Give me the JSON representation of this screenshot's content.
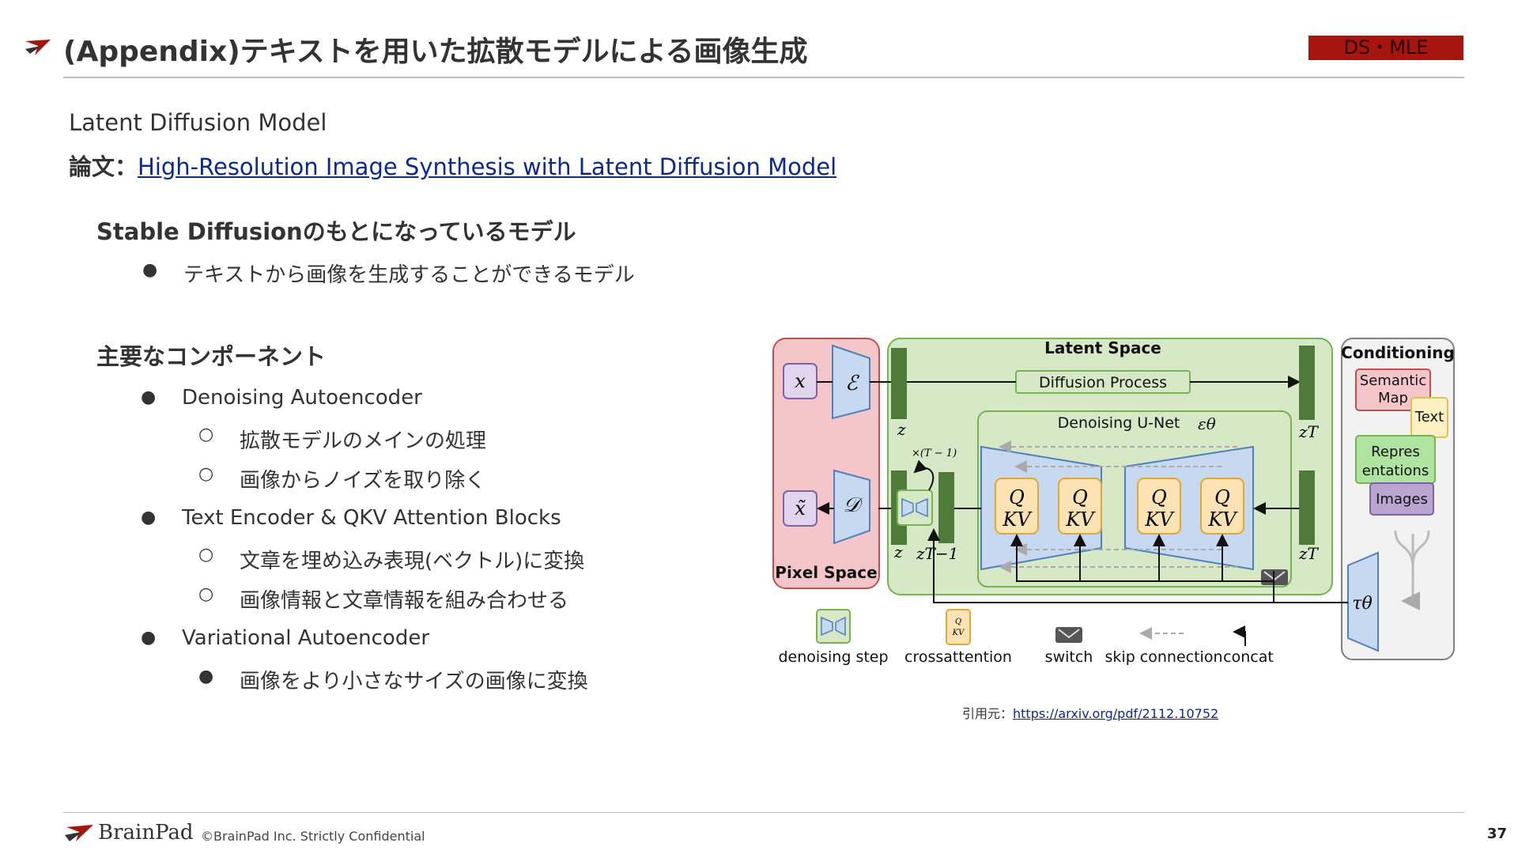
{
  "header": {
    "title": "(Appendix)テキストを用いた拡散モデルによる画像生成",
    "tag": "DS・MLE"
  },
  "intro": {
    "model_name": "Latent Diffusion Model",
    "paper_prefix": "論文：",
    "paper_link": "High-Resolution Image Synthesis with Latent Diffusion Model"
  },
  "section1": {
    "heading": "Stable Diffusionのもとになっているモデル",
    "bullets": [
      "テキストから画像を生成することができるモデル"
    ]
  },
  "section2": {
    "heading": "主要なコンポーネント",
    "items": [
      {
        "label": "Denoising Autoencoder",
        "subs": [
          "拡散モデルのメインの処理",
          "画像からノイズを取り除く"
        ]
      },
      {
        "label": "Text Encoder & QKV Attention Blocks",
        "subs": [
          "文章を埋め込み表現(ベクトル)に変換",
          "画像情報と文章情報を組み合わせる"
        ]
      },
      {
        "label": "Variational Autoencoder",
        "subs": [
          "画像をより小さなサイズの画像に変換"
        ]
      }
    ]
  },
  "diagram": {
    "pixel_space": "Pixel Space",
    "latent_space": "Latent Space",
    "diffusion_process": "Diffusion Process",
    "denoising_unet": "Denoising U-Net",
    "conditioning": "Conditioning",
    "semantic_map": "Semantic Map",
    "text": "Text",
    "representations": "Repres entations",
    "images": "Images",
    "x": "x",
    "x_tilde": "x̃",
    "enc": "ℰ",
    "dec": "𝒟",
    "z": "z",
    "z_t": "zT",
    "z_t1": "zT−1",
    "times": "×(T − 1)",
    "tau": "τθ",
    "eps": "εθ",
    "q": "Q",
    "kv": "KV",
    "legend": [
      "denoising step",
      "crossattention",
      "switch",
      "skip connection",
      "concat"
    ]
  },
  "citation": {
    "prefix": "引用元：",
    "url": "https://arxiv.org/pdf/2112.10752"
  },
  "footer": {
    "brand": "BrainPad",
    "copyright": "©BrainPad Inc.  Strictly Confidential",
    "page": "37"
  },
  "colors": {
    "accent_red": "#a6150e",
    "pixel_space_fill": "#f4c6c9",
    "latent_space_fill": "#d6e8c6",
    "link_blue": "#0d2a8a"
  }
}
